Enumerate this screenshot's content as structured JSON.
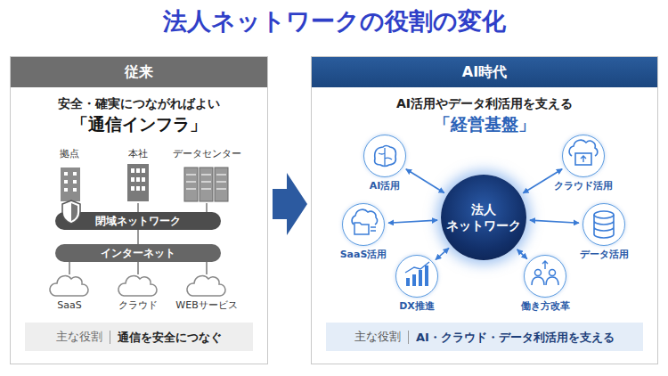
{
  "diagram": {
    "title": "法人ネットワークの役割の変化",
    "nodes": [
      {
        "text": [
          "従来",
          "安全・確実につながればよい",
          "「通信インフラ」"
        ]
      },
      {
        "text": [
          "拠点"
        ],
        "in": 0
      },
      {
        "text": [
          "本社"
        ],
        "in": 0
      },
      {
        "text": [
          "データセンター"
        ],
        "in": 0
      },
      {
        "text": [
          "閉域ネットワーク"
        ],
        "in": 0
      },
      {
        "text": [
          "インターネット"
        ],
        "in": 0
      },
      {
        "text": [
          "SaaS"
        ],
        "in": 0
      },
      {
        "text": [
          "クラウド"
        ],
        "in": 0
      },
      {
        "text": [
          "WEBサービス"
        ],
        "in": 0
      },
      {
        "text": [
          "主な役割",
          "通信を安全につなぐ"
        ],
        "in": 0
      },
      {
        "text": [
          "AI時代",
          "AI活用やデータ利活用を支える",
          "「経営基盤」"
        ]
      },
      {
        "text": [
          "法人 ネットワーク"
        ],
        "in": 10
      },
      {
        "text": [
          "AI活用"
        ],
        "in": 10
      },
      {
        "text": [
          "クラウド活用"
        ],
        "in": 10
      },
      {
        "text": [
          "SaaS活用"
        ],
        "in": 10
      },
      {
        "text": [
          "データ活用"
        ],
        "in": 10
      },
      {
        "text": [
          "DX推進"
        ],
        "in": 10
      },
      {
        "text": [
          "働き方改革"
        ],
        "in": 10
      },
      {
        "text": [
          "主な役割",
          "AI・クラウド・データ利活用を支える"
        ],
        "in": 10
      }
    ],
    "edges": [
      {
        "from": 1,
        "to": 4,
        "arrow": "none"
      },
      {
        "from": 2,
        "to": 4,
        "arrow": "none"
      },
      {
        "from": 3,
        "to": 4,
        "arrow": "none"
      },
      {
        "from": 4,
        "to": 5,
        "arrow": "none"
      },
      {
        "from": 5,
        "to": 6,
        "arrow": "none"
      },
      {
        "from": 5,
        "to": 7,
        "arrow": "none"
      },
      {
        "from": 5,
        "to": 8,
        "arrow": "none"
      },
      {
        "from": 11,
        "to": 12,
        "arrow": "both"
      },
      {
        "from": 11,
        "to": 13,
        "arrow": "both"
      },
      {
        "from": 11,
        "to": 14,
        "arrow": "both"
      },
      {
        "from": 11,
        "to": 15,
        "arrow": "both"
      },
      {
        "from": 11,
        "to": 16,
        "arrow": "both"
      },
      {
        "from": 11,
        "to": 17,
        "arrow": "both"
      }
    ]
  }
}
